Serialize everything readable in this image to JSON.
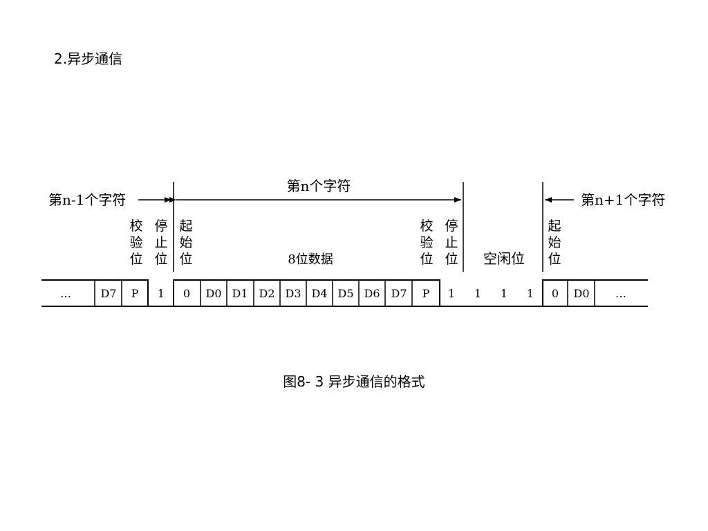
{
  "heading": "2.异步通信",
  "caption": "图8- 3  异步通信的格式",
  "diagram": {
    "prev_char": "第n-1个字符",
    "curr_char": "第n个字符",
    "next_char": "第n+1个字符",
    "labels": {
      "parity_prev": "校验位",
      "stop_prev": "停止位",
      "start": "起始位",
      "data_bits": "8位数据",
      "parity": "校验位",
      "stop": "停止位",
      "idle": "空闲位",
      "start_next": "起始位"
    },
    "cells": {
      "ellipsis_left": "…",
      "d7_prev": "D7",
      "p_prev": "P",
      "stop_prev": "1",
      "start": "0",
      "d0": "D0",
      "d1": "D1",
      "d2": "D2",
      "d3": "D3",
      "d4": "D4",
      "d5": "D5",
      "d6": "D6",
      "d7": "D7",
      "p": "P",
      "stop": "1",
      "idle_1": "1",
      "idle_2": "1",
      "idle_3": "1",
      "start_next": "0",
      "d0_next": "D0",
      "ellipsis_right": "…"
    }
  }
}
